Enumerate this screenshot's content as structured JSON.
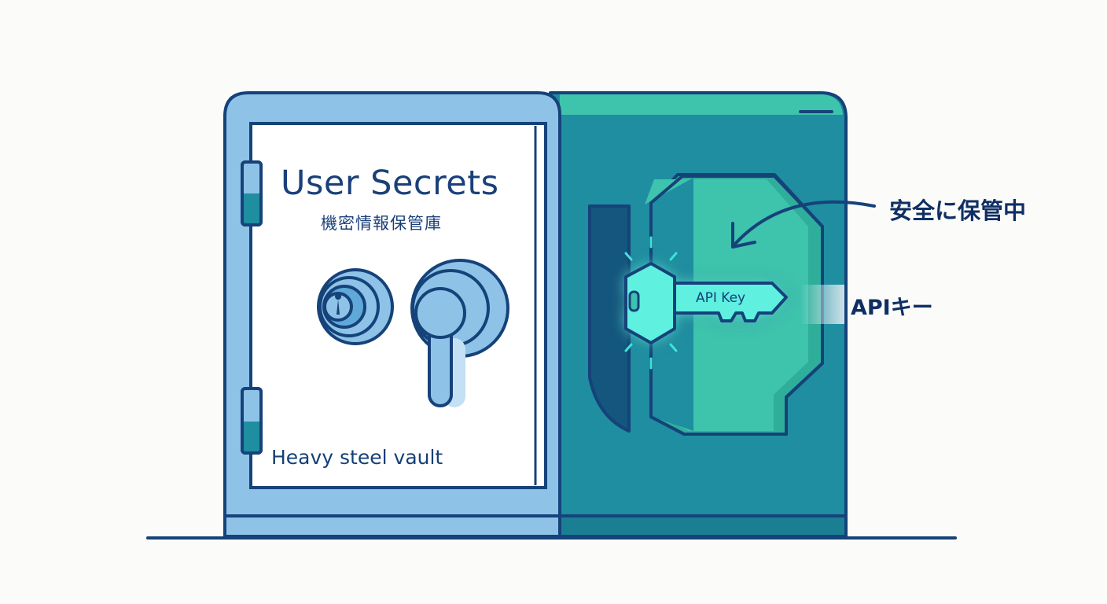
{
  "vault": {
    "title": "User Secrets",
    "subtitle": "機密情報保管庫",
    "door_caption": "Heavy steel vault"
  },
  "key": {
    "label": "API Key"
  },
  "annotations": {
    "stored": "安全に保管中",
    "api": "APIキー"
  },
  "colors": {
    "outline": "#16427a",
    "door_blue": "#8ec3e7",
    "door_inner": "#ffffff",
    "body_teal": "#1f8ea0",
    "compartment_teal": "#3ec3ad",
    "key_glow": "#5ff0e0",
    "ground": "#16427a"
  },
  "icons": {
    "dial": "combination-dial-icon",
    "handle": "door-handle-icon",
    "key": "key-icon",
    "arrow": "curved-arrow-icon"
  }
}
